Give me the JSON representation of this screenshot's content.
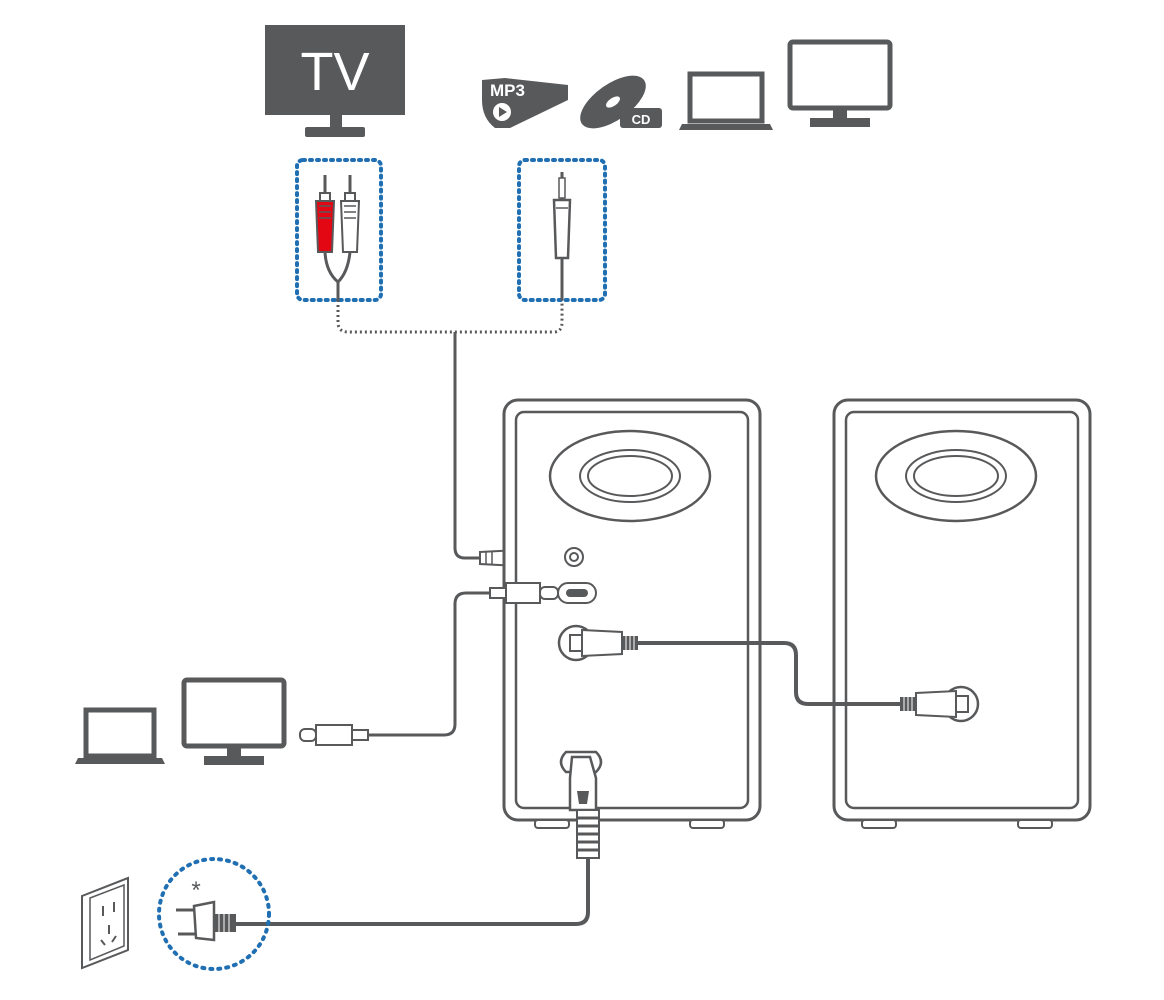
{
  "diagram": {
    "labels": {
      "tv": "TV",
      "mp3": "MP3",
      "cd": "CD",
      "asterisk": "*"
    },
    "colors": {
      "device_dark": "#58595b",
      "outline": "#58595b",
      "cable": "#58595b",
      "dotted_highlight": "#1f6fb2",
      "rca_red": "#e30613",
      "rca_white": "#ffffff"
    },
    "icons": [
      "tv-icon",
      "mp3-player-icon",
      "cd-icon",
      "laptop-icon",
      "monitor-icon",
      "rca-plug-icon",
      "aux-plug-icon",
      "usb-c-plug-icon",
      "power-outlet-icon",
      "power-plug-icon",
      "speaker-icon"
    ]
  }
}
